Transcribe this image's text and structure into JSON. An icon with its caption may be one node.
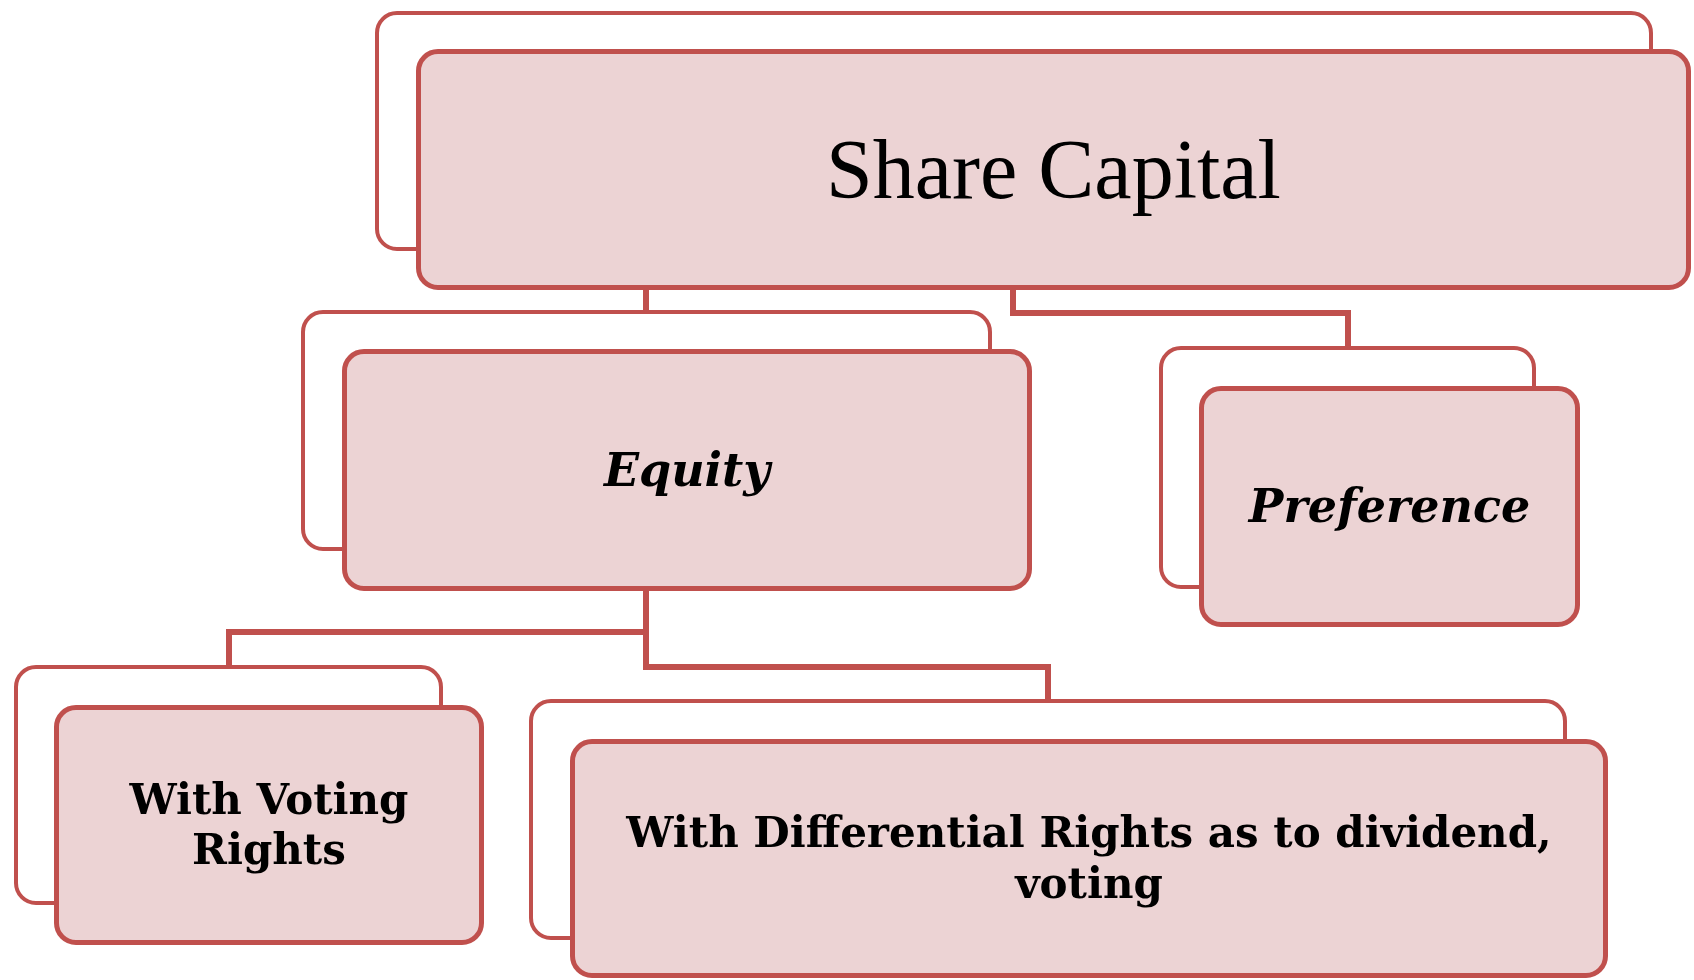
{
  "diagram": {
    "nodes": [
      {
        "text": [
          "Share Capital"
        ]
      },
      {
        "text": [
          "Equity"
        ]
      },
      {
        "text": [
          "Preference"
        ]
      },
      {
        "text": [
          "With Voting Rights"
        ]
      },
      {
        "text": [
          "With Differential  Rights as to dividend, voting"
        ]
      }
    ],
    "edges": [
      {
        "from": 0,
        "to": 1,
        "arrow": "none"
      },
      {
        "from": 0,
        "to": 2,
        "arrow": "none"
      },
      {
        "from": 1,
        "to": 3,
        "arrow": "none"
      },
      {
        "from": 1,
        "to": 4,
        "arrow": "none"
      }
    ]
  }
}
